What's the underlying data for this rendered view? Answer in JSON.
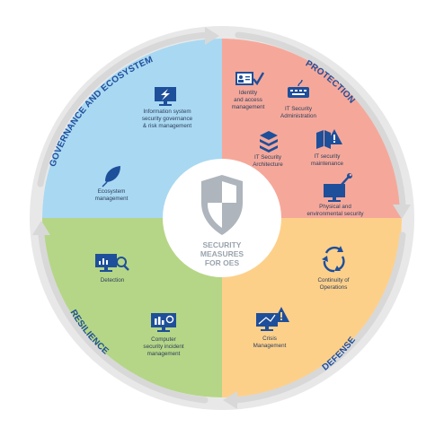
{
  "center": {
    "title_lines": [
      "SECURITY",
      "MEASURES",
      "FOR OES"
    ]
  },
  "arcs": {
    "governance": "GOVERNANCE AND ECOSYSTEM",
    "protection": "PROTECTION",
    "defense": "DEFENSE",
    "resilience": "RESILIENCE"
  },
  "colors": {
    "governance": "#a9d8f2",
    "protection": "#f5a89a",
    "defense": "#fdd08a",
    "resilience": "#b5d686",
    "ring": "#e6e6e6",
    "arrow": "#d5d5d5",
    "icon": "#1e4f9a",
    "label": "#1f4e9c"
  },
  "items": {
    "governance": [
      {
        "icon": "monitor-lightning-icon",
        "lines": [
          "Information system",
          "security governance",
          "& risk management"
        ]
      },
      {
        "icon": "leaf-icon",
        "lines": [
          "Ecosystem",
          "management"
        ]
      }
    ],
    "protection": [
      {
        "icon": "id-card-check-icon",
        "lines": [
          "Identity",
          "and access",
          "management"
        ]
      },
      {
        "icon": "keyboard-icon",
        "lines": [
          "IT Security",
          "Administration"
        ]
      },
      {
        "icon": "layers-icon",
        "lines": [
          "IT Security",
          "Architecture"
        ]
      },
      {
        "icon": "book-warning-icon",
        "lines": [
          "IT security",
          "maintenance"
        ]
      },
      {
        "icon": "monitor-tool-icon",
        "lines": [
          "Physical and",
          "environmental security"
        ]
      }
    ],
    "defense": [
      {
        "icon": "cycle-arrows-icon",
        "lines": [
          "Continuity of",
          "Operations"
        ]
      },
      {
        "icon": "monitor-warning-icon",
        "lines": [
          "Crisis",
          "Management"
        ]
      }
    ],
    "resilience": [
      {
        "icon": "monitor-search-icon",
        "lines": [
          "Detection"
        ]
      },
      {
        "icon": "monitor-chart-icon",
        "lines": [
          "Computer",
          "security incident",
          "management"
        ]
      }
    ]
  }
}
